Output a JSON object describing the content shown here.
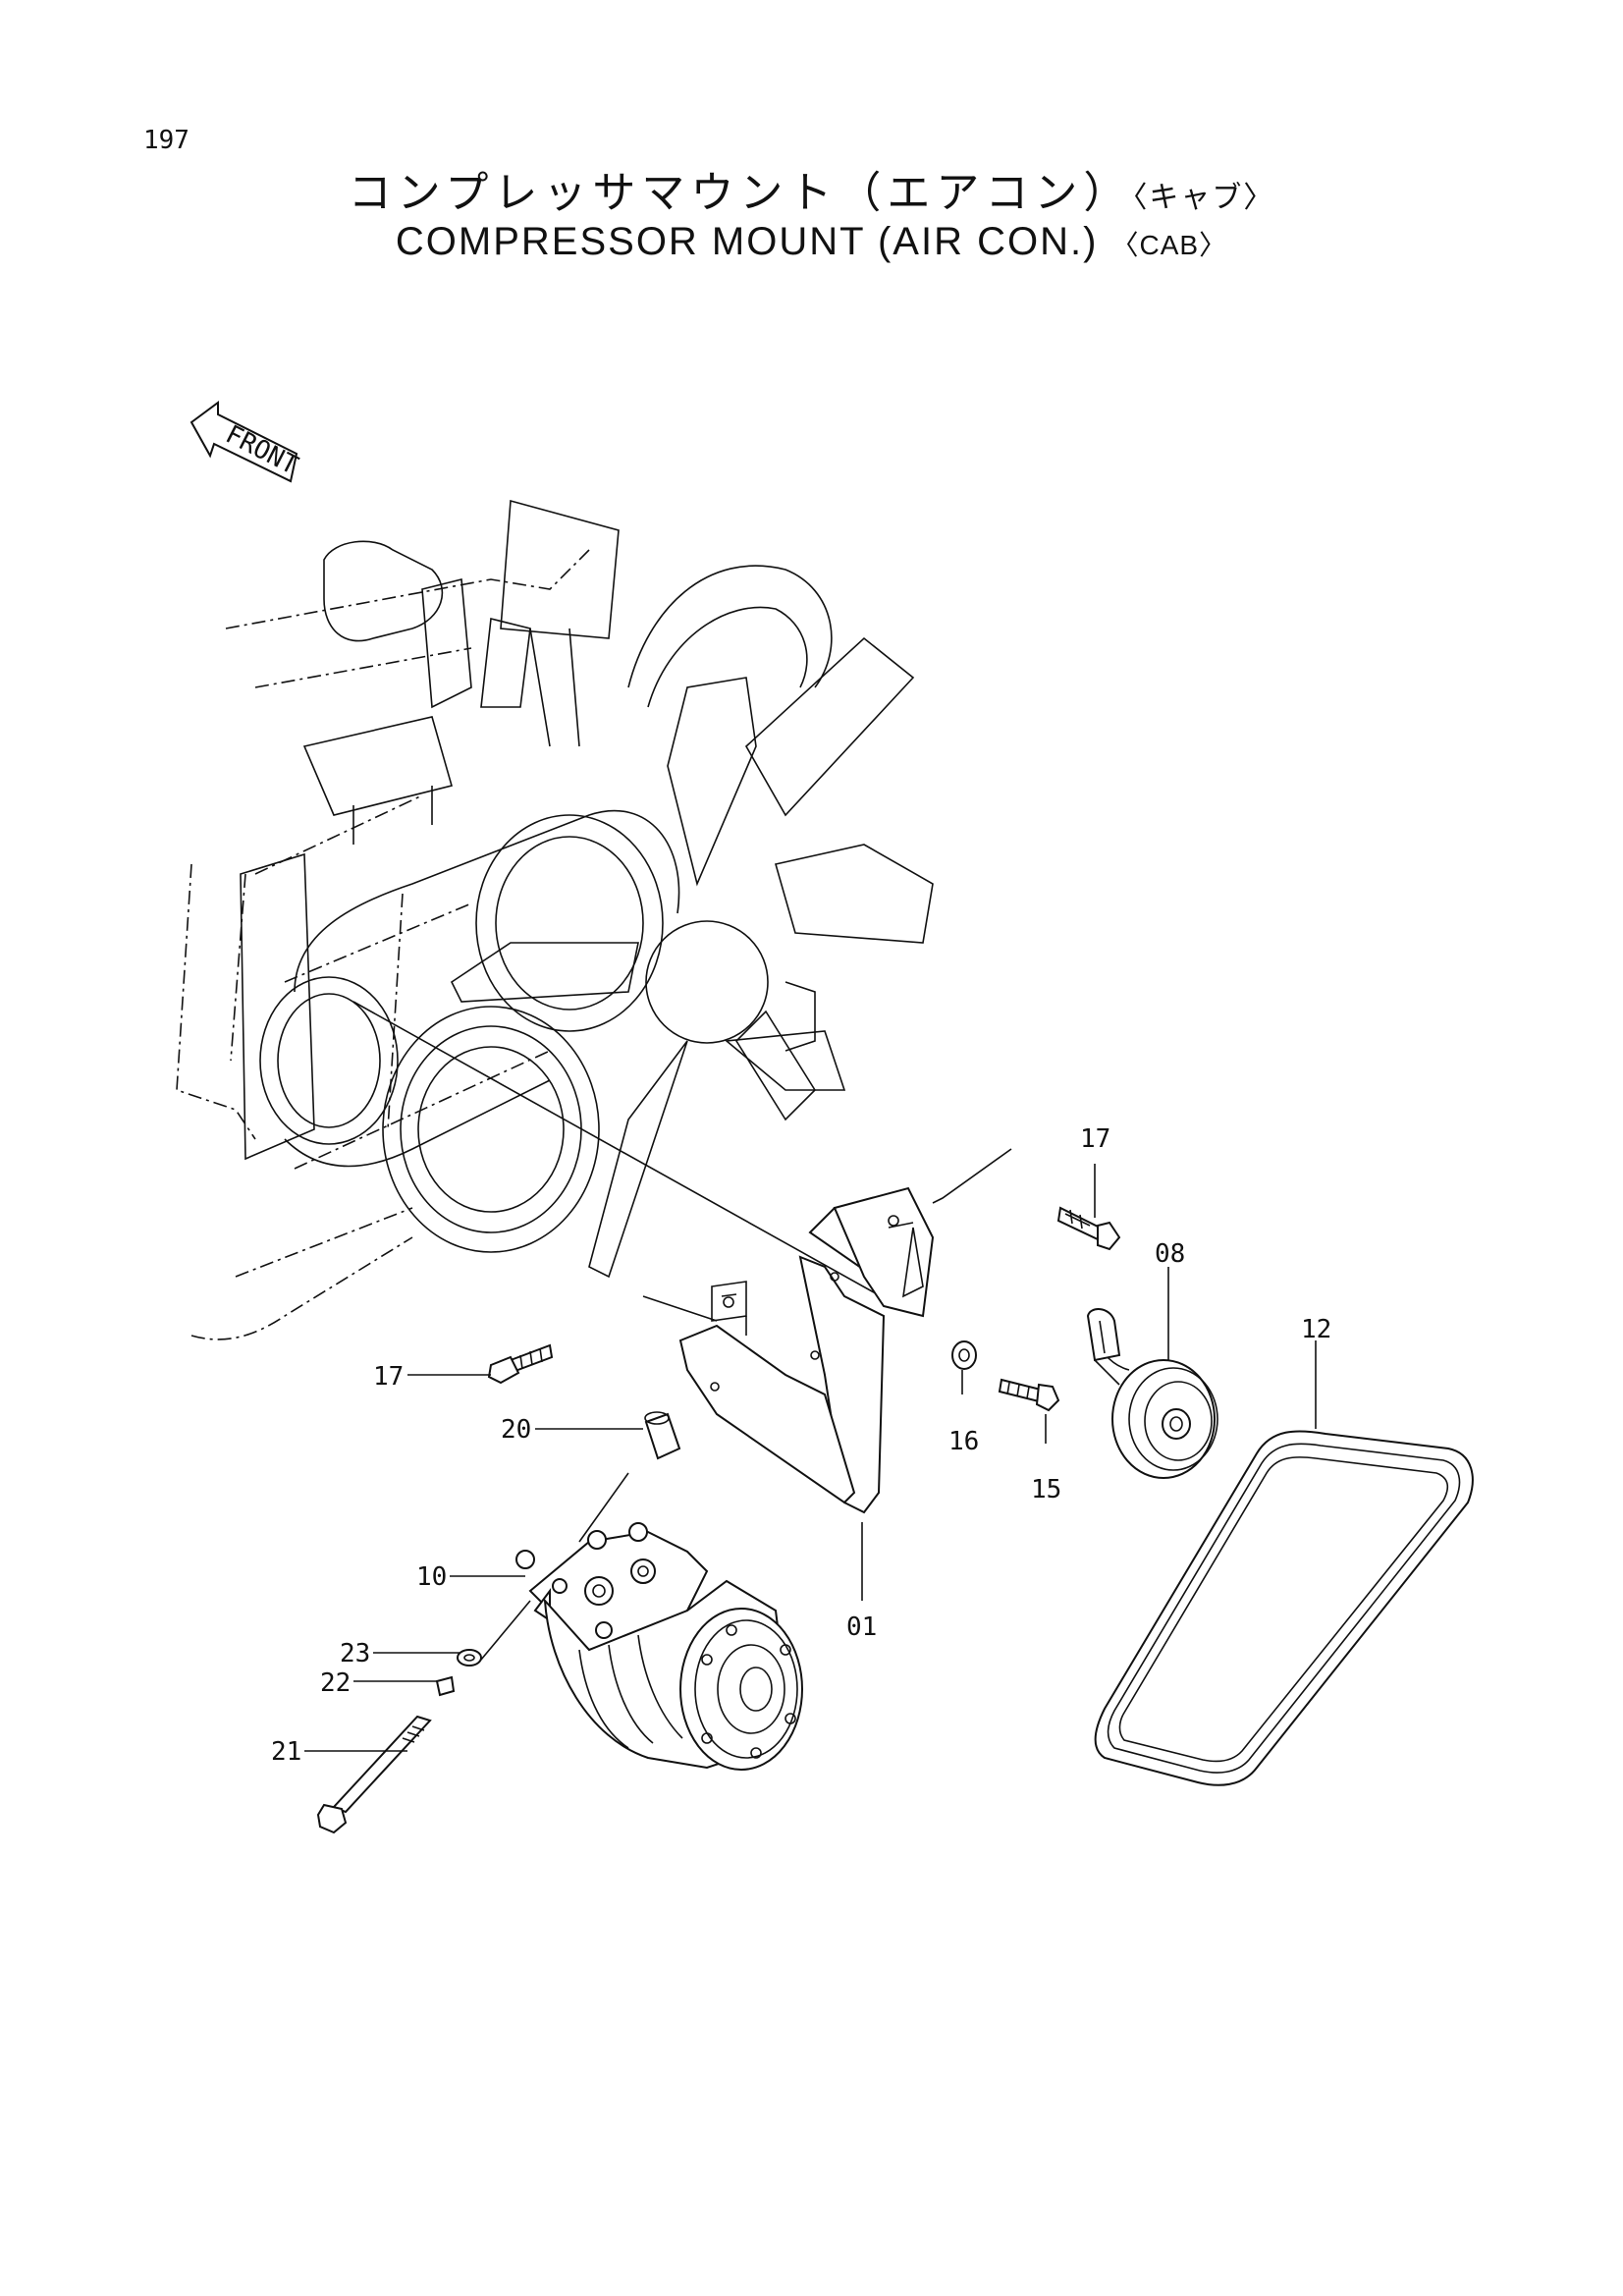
{
  "page_number": "197",
  "title_jp": "コンプレッサマウント（エアコン）",
  "title_jp_sub": "〈キャブ〉",
  "title_en": "COMPRESSOR MOUNT (AIR CON.)",
  "title_en_sub": "〈CAB〉",
  "front_label": "FRONT",
  "callouts": {
    "c17a": "17",
    "c08": "08",
    "c12": "12",
    "c17b": "17",
    "c20": "20",
    "c16": "16",
    "c15": "15",
    "c10": "10",
    "c01": "01",
    "c23": "23",
    "c22": "22",
    "c21": "21"
  }
}
